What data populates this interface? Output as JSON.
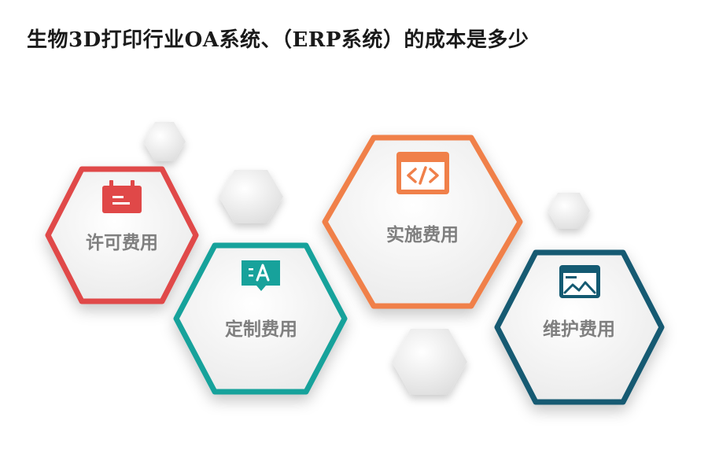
{
  "title": "生物3D打印行业OA系统、（ERP系统）的成本是多少",
  "items": [
    {
      "label": "许可费用",
      "icon": "calendar-icon",
      "color": "#e04848"
    },
    {
      "label": "定制费用",
      "icon": "text-edit-icon",
      "color": "#17a29b"
    },
    {
      "label": "实施费用",
      "icon": "code-window-icon",
      "color": "#f0804a"
    },
    {
      "label": "维护费用",
      "icon": "image-window-icon",
      "color": "#145a72"
    }
  ]
}
